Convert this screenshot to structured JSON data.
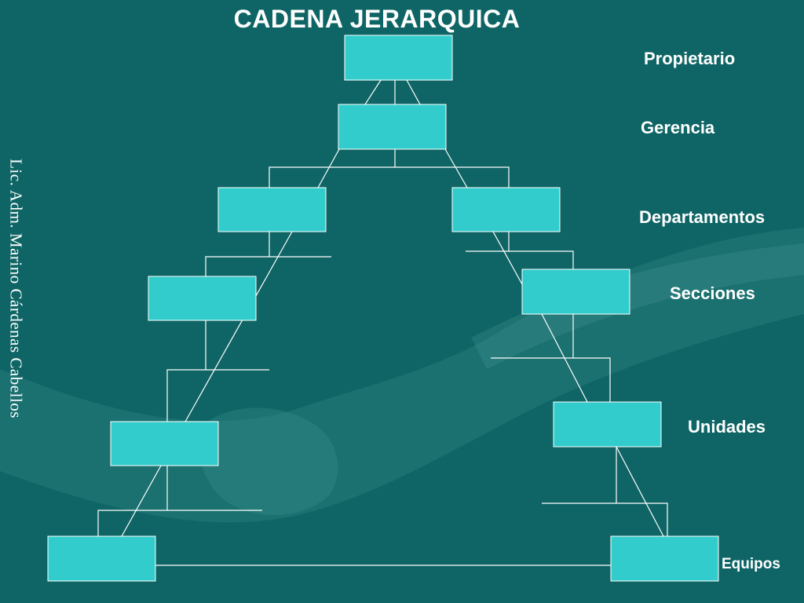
{
  "title": "CADENA JERARQUICA",
  "author": "Lic. Adm. Marino Cárdenas Cabellos",
  "levels": {
    "propietario": "Propietario",
    "gerencia": "Gerencia",
    "departamentos": "Departamentos",
    "secciones": "Secciones",
    "unidades": "Unidades",
    "equipos": "Equipos"
  },
  "colors": {
    "background": "#0f6565",
    "box_fill": "#33cccc",
    "line": "#ffffff",
    "text": "#ffffff"
  }
}
